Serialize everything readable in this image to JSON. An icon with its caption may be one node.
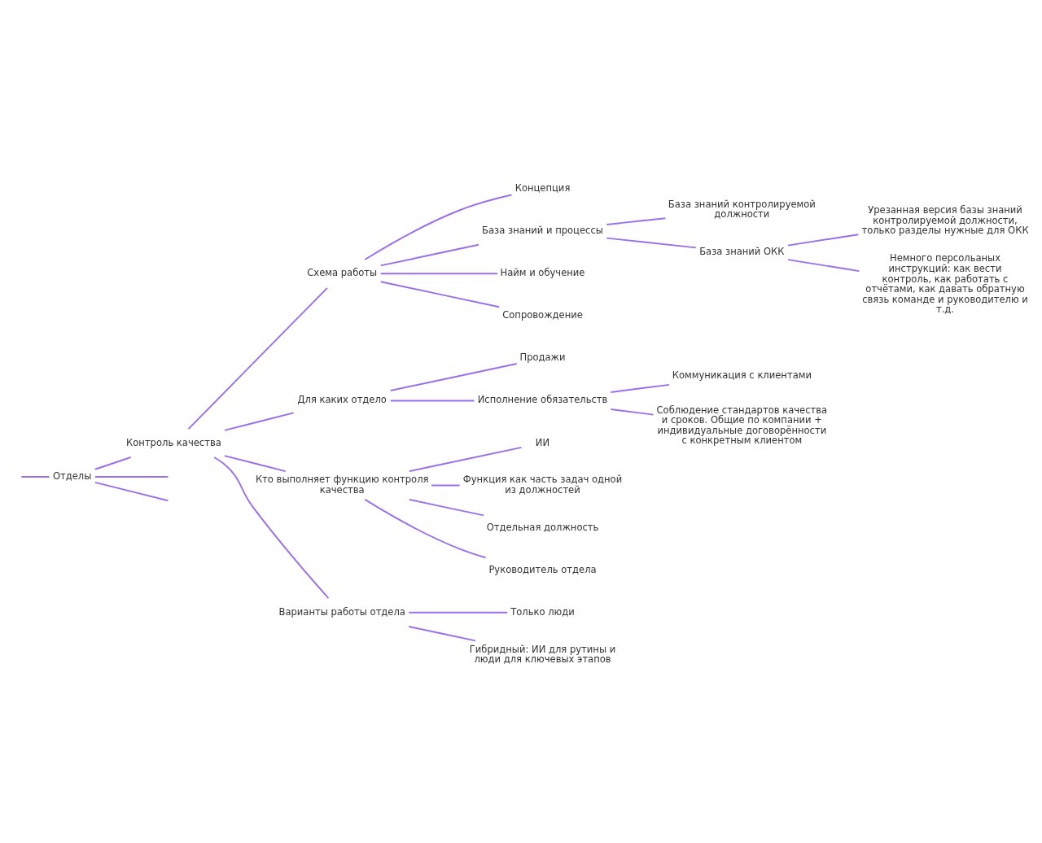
{
  "diagram": {
    "nodes": [
      {
        "text": [
          "Отделы"
        ]
      },
      {
        "text": [
          "Контроль качества"
        ]
      },
      {
        "text": [
          "Схема работы"
        ]
      },
      {
        "text": [
          "Концепция"
        ]
      },
      {
        "text": [
          "База знаний и процессы"
        ]
      },
      {
        "text": [
          "База знаний контролируемой должности"
        ]
      },
      {
        "text": [
          "База знаний ОКК"
        ]
      },
      {
        "text": [
          "Урезанная версия базы знаний контролируемой должности, только разделы нужные для ОКК"
        ]
      },
      {
        "text": [
          "Немного персольаных инструкций: как вести контроль, как работать с отчётами, как давать обратную связь команде и руководителю и т.д."
        ]
      },
      {
        "text": [
          "Найм и обучение"
        ]
      },
      {
        "text": [
          "Сопровождение"
        ]
      },
      {
        "text": [
          "Для каких отдело"
        ]
      },
      {
        "text": [
          "Продажи"
        ]
      },
      {
        "text": [
          "Исполнение обязательств"
        ]
      },
      {
        "text": [
          "Коммуникация с клиентами"
        ]
      },
      {
        "text": [
          "Соблюдение стандартов качества и сроков. Общие по компании + индивидуальные договорённости с конкретным клиентом"
        ]
      },
      {
        "text": [
          "Кто выполняет функцию контроля качества"
        ]
      },
      {
        "text": [
          "ИИ"
        ]
      },
      {
        "text": [
          "Функция как часть задач одной из должностей"
        ]
      },
      {
        "text": [
          "Отдельная должность"
        ]
      },
      {
        "text": [
          "Руководитель отдела"
        ]
      },
      {
        "text": [
          "Варианты работы отдела"
        ]
      },
      {
        "text": [
          "Только люди"
        ]
      },
      {
        "text": [
          "Гибридный: ИИ для рутины и люди для ключевых этапов"
        ]
      }
    ],
    "edges": [
      {
        "from": null,
        "to": 0,
        "arrow": "none"
      },
      {
        "from": 0,
        "to": null,
        "arrow": "none"
      },
      {
        "from": 0,
        "to": 1,
        "arrow": "none"
      },
      {
        "from": 0,
        "to": null,
        "arrow": "none"
      },
      {
        "from": 1,
        "to": 2,
        "arrow": "none"
      },
      {
        "from": 2,
        "to": 3,
        "arrow": "none"
      },
      {
        "from": 2,
        "to": 4,
        "arrow": "none"
      },
      {
        "from": 4,
        "to": 5,
        "arrow": "none"
      },
      {
        "from": 4,
        "to": 6,
        "arrow": "none"
      },
      {
        "from": 6,
        "to": 7,
        "arrow": "none"
      },
      {
        "from": 6,
        "to": 8,
        "arrow": "none"
      },
      {
        "from": 2,
        "to": 9,
        "arrow": "none"
      },
      {
        "from": 2,
        "to": 10,
        "arrow": "none"
      },
      {
        "from": 1,
        "to": 11,
        "arrow": "none"
      },
      {
        "from": 11,
        "to": 12,
        "arrow": "none"
      },
      {
        "from": 11,
        "to": 13,
        "arrow": "none"
      },
      {
        "from": 13,
        "to": 14,
        "arrow": "none"
      },
      {
        "from": 13,
        "to": 15,
        "arrow": "none"
      },
      {
        "from": 1,
        "to": 16,
        "arrow": "none"
      },
      {
        "from": 16,
        "to": 17,
        "arrow": "none"
      },
      {
        "from": 16,
        "to": 18,
        "arrow": "none"
      },
      {
        "from": 16,
        "to": 19,
        "arrow": "none"
      },
      {
        "from": 16,
        "to": 20,
        "arrow": "none"
      },
      {
        "from": 1,
        "to": 21,
        "arrow": "none"
      },
      {
        "from": 21,
        "to": 22,
        "arrow": "none"
      },
      {
        "from": 21,
        "to": 23,
        "arrow": "none"
      }
    ]
  }
}
